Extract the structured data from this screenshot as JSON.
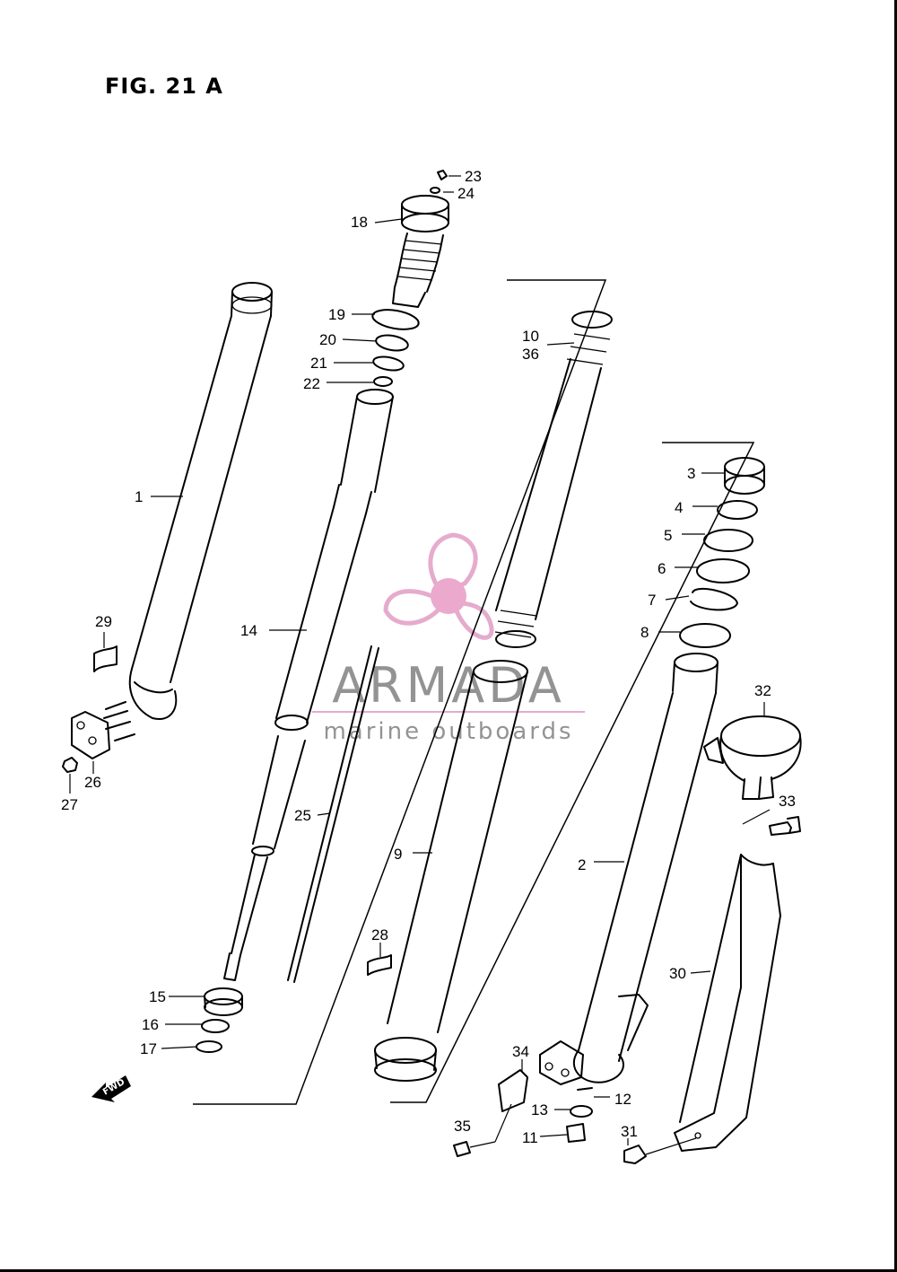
{
  "figure": {
    "title": "FIG. 21 A"
  },
  "watermark": {
    "brand": "ARMADA",
    "tagline": "marine outboards",
    "brand_color": "#888888",
    "logo_color": "#e3a3c8",
    "hub_color": "#e8a0c8"
  },
  "fwd_arrow": {
    "label": "FWD"
  },
  "callouts": [
    "1",
    "2",
    "3",
    "4",
    "5",
    "6",
    "7",
    "8",
    "9",
    "10",
    "36",
    "11",
    "12",
    "13",
    "14",
    "15",
    "16",
    "17",
    "18",
    "19",
    "20",
    "21",
    "22",
    "23",
    "24",
    "25",
    "26",
    "27",
    "28",
    "29",
    "30",
    "31",
    "32",
    "33",
    "34",
    "35"
  ]
}
